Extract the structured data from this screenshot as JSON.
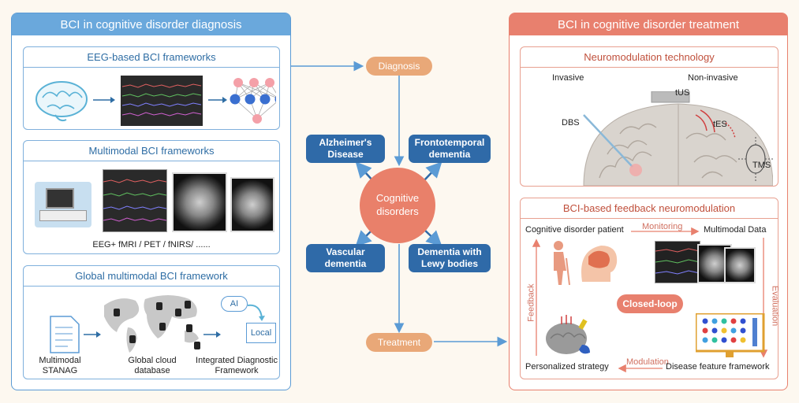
{
  "left_panel": {
    "title": "BCI in cognitive disorder diagnosis",
    "eeg": {
      "title": "EEG-based BCI frameworks"
    },
    "multimodal": {
      "title": "Multimodal BCI frameworks",
      "caption": "EEG+ fMRI / PET / fNIRS/ ......"
    },
    "global": {
      "title": "Global multimodal BCI framework",
      "labels": [
        "Multimodal STANAG",
        "Global cloud database",
        "Integrated Diagnostic Framework"
      ],
      "ai_label": "AI",
      "local_label": "Local"
    }
  },
  "center": {
    "diagnosis": "Diagnosis",
    "treatment": "Treatment",
    "core": "Cognitive disorders",
    "diseases": [
      "Alzheimer's Disease",
      "Frontotemporal dementia",
      "Vascular dementia",
      "Dementia with Lewy bodies"
    ]
  },
  "right_panel": {
    "title": "BCI in cognitive disorder treatment",
    "neuromod": {
      "title": "Neuromodulation technology",
      "invasive": "Invasive",
      "non_invasive": "Non-invasive",
      "labels": [
        "DBS",
        "tUS",
        "tES",
        "TMS"
      ]
    },
    "feedback": {
      "title": "BCI-based feedback neuromodulation",
      "patient": "Cognitive disorder patient",
      "monitoring": "Monitoring",
      "multimodal_data": "Multimodal Data",
      "closed_loop": "Closed-loop",
      "feedback": "Feedback",
      "evaluation": "Evaluation",
      "personalized": "Personalized strategy",
      "modulation": "Modulation",
      "disease_feature": "Disease feature framework"
    }
  },
  "colors": {
    "blue_accent": "#5b9bd5",
    "red_accent": "#e8806e",
    "disease_box": "#2f6aa8",
    "pill": "#e9a878"
  }
}
